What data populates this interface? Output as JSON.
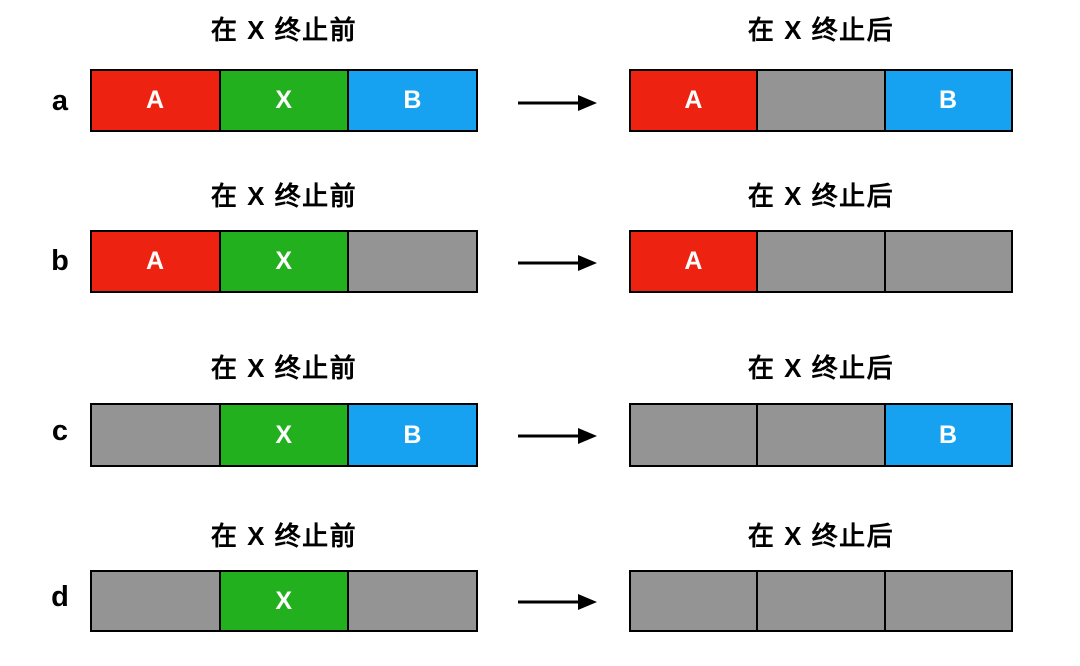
{
  "figure": {
    "caption_before": "在 X 终止前",
    "caption_after": "在 X 终止后",
    "arrow_icon": "right-arrow-icon",
    "colors": {
      "red": "#ee2211",
      "green": "#22b01e",
      "blue": "#16a2f0",
      "gray": "#949494",
      "border": "#000000",
      "label_text": "#ffffff",
      "background": "#ffffff"
    }
  },
  "rows": [
    {
      "label": "a",
      "title_before": "在 X 终止前",
      "title_after": "在 X 终止后",
      "before": [
        {
          "label": "A",
          "color": "#ee2211"
        },
        {
          "label": "X",
          "color": "#22b01e"
        },
        {
          "label": "B",
          "color": "#16a2f0"
        }
      ],
      "after": [
        {
          "label": "A",
          "color": "#ee2211"
        },
        {
          "label": "",
          "color": "#949494"
        },
        {
          "label": "B",
          "color": "#16a2f0"
        }
      ]
    },
    {
      "label": "b",
      "title_before": "在 X 终止前",
      "title_after": "在 X 终止后",
      "before": [
        {
          "label": "A",
          "color": "#ee2211"
        },
        {
          "label": "X",
          "color": "#22b01e"
        },
        {
          "label": "",
          "color": "#949494"
        }
      ],
      "after": [
        {
          "label": "A",
          "color": "#ee2211"
        },
        {
          "label": "",
          "color": "#949494"
        },
        {
          "label": "",
          "color": "#949494"
        }
      ]
    },
    {
      "label": "c",
      "title_before": "在 X 终止前",
      "title_after": "在 X 终止后",
      "before": [
        {
          "label": "",
          "color": "#949494"
        },
        {
          "label": "X",
          "color": "#22b01e"
        },
        {
          "label": "B",
          "color": "#16a2f0"
        }
      ],
      "after": [
        {
          "label": "",
          "color": "#949494"
        },
        {
          "label": "",
          "color": "#949494"
        },
        {
          "label": "B",
          "color": "#16a2f0"
        }
      ]
    },
    {
      "label": "d",
      "title_before": "在 X 终止前",
      "title_after": "在 X 终止后",
      "before": [
        {
          "label": "",
          "color": "#949494"
        },
        {
          "label": "X",
          "color": "#22b01e"
        },
        {
          "label": "",
          "color": "#949494"
        }
      ],
      "after": [
        {
          "label": "",
          "color": "#949494"
        },
        {
          "label": "",
          "color": "#949494"
        },
        {
          "label": "",
          "color": "#949494"
        }
      ]
    }
  ]
}
